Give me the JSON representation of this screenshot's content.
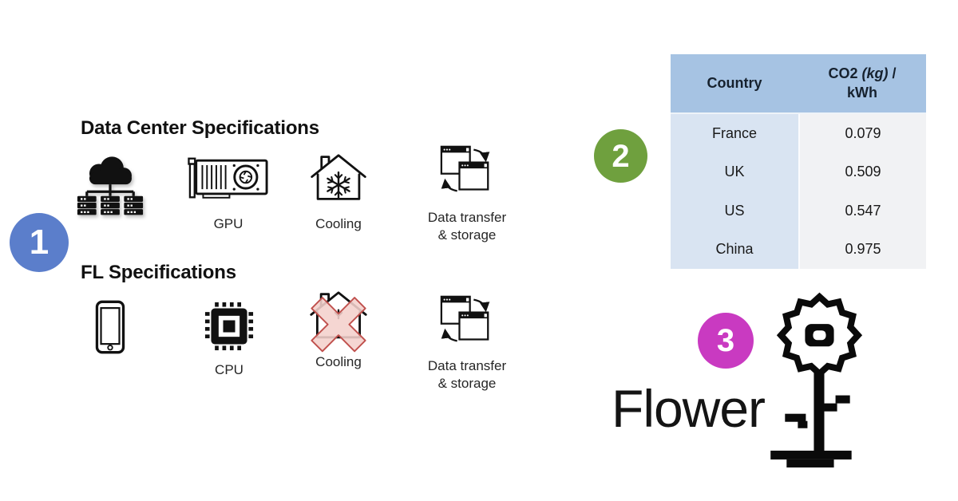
{
  "figure": {
    "badges": {
      "one": "1",
      "two": "2",
      "three": "3"
    },
    "palette": {
      "badge1_blue": "#5b7ecb",
      "badge2_green": "#6fa03e",
      "badge3_magenta": "#c93ac1",
      "table_header_bg": "#a6c3e3",
      "table_country_col_bg": "#d9e4f2",
      "table_value_col_bg": "#f1f2f4",
      "cross_fill": "#f4d0cc",
      "cross_stroke": "#c0504d",
      "icon_black": "#111111"
    },
    "datacenter": {
      "title": "Data Center Specifications",
      "items": [
        {
          "icon": "cloud-servers-icon",
          "label": ""
        },
        {
          "icon": "gpu-icon",
          "label": "GPU"
        },
        {
          "icon": "cooling-house-icon",
          "label": "Cooling"
        },
        {
          "icon": "data-transfer-icon",
          "label": "Data transfer\n& storage"
        }
      ]
    },
    "fl": {
      "title": "FL Specifications",
      "items": [
        {
          "icon": "smartphone-icon",
          "label": ""
        },
        {
          "icon": "cpu-icon",
          "label": "CPU"
        },
        {
          "icon": "cooling-crossed-icon",
          "label": "Cooling"
        },
        {
          "icon": "data-transfer-icon",
          "label": "Data transfer\n& storage"
        }
      ]
    },
    "table": {
      "header": {
        "country": "Country",
        "co2_prefix": "CO2 ",
        "co2_italic": "(kg)",
        "co2_suffix": " / kWh"
      },
      "rows": [
        {
          "country": "France",
          "value": "0.079"
        },
        {
          "country": "UK",
          "value": "0.509"
        },
        {
          "country": "US",
          "value": "0.547"
        },
        {
          "country": "China",
          "value": "0.975"
        }
      ]
    },
    "brand": {
      "name": "Flower"
    }
  }
}
